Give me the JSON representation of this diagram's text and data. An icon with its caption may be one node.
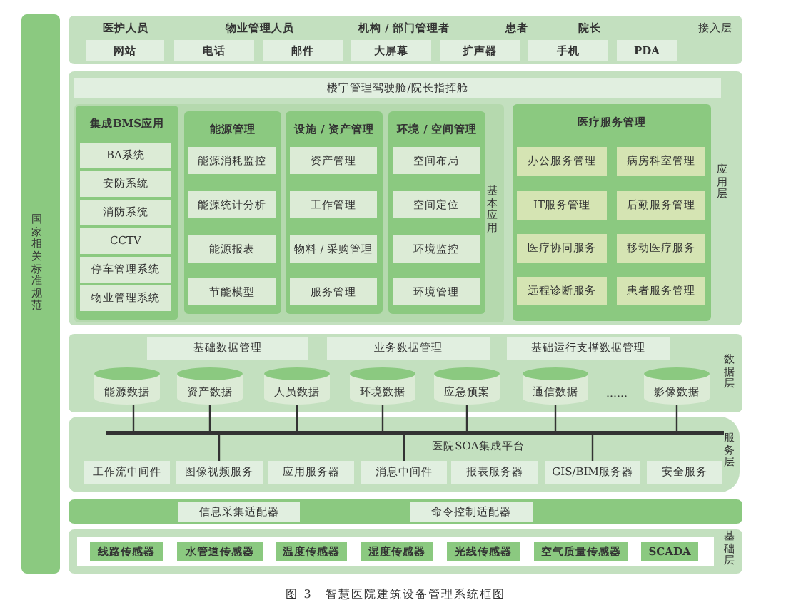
{
  "diagram": {
    "caption": "图 3　智慧医院建筑设备管理系统框图",
    "nodes": [
      {
        "text": [
          "国家相关标准规范"
        ]
      },
      {
        "text": [
          "接入层"
        ]
      },
      {
        "text": [
          "网站"
        ],
        "in": 1
      },
      {
        "text": [
          "电话"
        ],
        "in": 1
      },
      {
        "text": [
          "邮件"
        ],
        "in": 1
      },
      {
        "text": [
          "大屏幕"
        ],
        "in": 1
      },
      {
        "text": [
          "扩声器"
        ],
        "in": 1
      },
      {
        "text": [
          "手机"
        ],
        "in": 1
      },
      {
        "text": [
          "PDA"
        ],
        "in": 1
      },
      {
        "text": [
          "应用层"
        ]
      },
      {
        "text": [
          "楼宇管理驾驶舱/院长指挥舱"
        ],
        "in": 9
      },
      {
        "text": [
          "基本应用"
        ],
        "in": 9
      },
      {
        "text": [
          "集成BMS应用"
        ],
        "in": 11
      },
      {
        "text": [
          "BA系统"
        ],
        "in": 12
      },
      {
        "text": [
          "安防系统"
        ],
        "in": 12
      },
      {
        "text": [
          "消防系统"
        ],
        "in": 12
      },
      {
        "text": [
          "CCTV"
        ],
        "in": 12
      },
      {
        "text": [
          "停车管理系统"
        ],
        "in": 12
      },
      {
        "text": [
          "物业管理系统"
        ],
        "in": 12
      },
      {
        "text": [
          "能源管理"
        ],
        "in": 11
      },
      {
        "text": [
          "能源消耗监控"
        ],
        "in": 19
      },
      {
        "text": [
          "能源统计分析"
        ],
        "in": 19
      },
      {
        "text": [
          "能源报表"
        ],
        "in": 19
      },
      {
        "text": [
          "节能模型"
        ],
        "in": 19
      },
      {
        "text": [
          "设施 / 资产管理"
        ],
        "in": 11
      },
      {
        "text": [
          "资产管理"
        ],
        "in": 24
      },
      {
        "text": [
          "工作管理"
        ],
        "in": 24
      },
      {
        "text": [
          "物料 / 采购管理"
        ],
        "in": 24
      },
      {
        "text": [
          "服务管理"
        ],
        "in": 24
      },
      {
        "text": [
          "环境 / 空间管理"
        ],
        "in": 11
      },
      {
        "text": [
          "空间布局"
        ],
        "in": 29
      },
      {
        "text": [
          "空间定位"
        ],
        "in": 29
      },
      {
        "text": [
          "环境监控"
        ],
        "in": 29
      },
      {
        "text": [
          "环境管理"
        ],
        "in": 29
      },
      {
        "text": [
          "医疗服务管理"
        ],
        "in": 9
      },
      {
        "text": [
          "办公服务管理"
        ],
        "in": 34
      },
      {
        "text": [
          "病房科室管理"
        ],
        "in": 34
      },
      {
        "text": [
          "IT服务管理"
        ],
        "in": 34
      },
      {
        "text": [
          "后勤服务管理"
        ],
        "in": 34
      },
      {
        "text": [
          "医疗协同服务"
        ],
        "in": 34
      },
      {
        "text": [
          "移动医疗服务"
        ],
        "in": 34
      },
      {
        "text": [
          "远程诊断服务"
        ],
        "in": 34
      },
      {
        "text": [
          "患者服务管理"
        ],
        "in": 34
      },
      {
        "text": [
          "数据层"
        ]
      },
      {
        "text": [
          "基础数据管理"
        ],
        "in": 43
      },
      {
        "text": [
          "业务数据管理"
        ],
        "in": 43
      },
      {
        "text": [
          "基础运行支撑数据管理"
        ],
        "in": 43
      },
      {
        "text": [
          "能源数据"
        ],
        "in": 43
      },
      {
        "text": [
          "资产数据"
        ],
        "in": 43
      },
      {
        "text": [
          "人员数据"
        ],
        "in": 43
      },
      {
        "text": [
          "环境数据"
        ],
        "in": 43
      },
      {
        "text": [
          "应急预案"
        ],
        "in": 43
      },
      {
        "text": [
          "通信数据"
        ],
        "in": 43
      },
      {
        "text": [
          "影像数据"
        ],
        "in": 43
      },
      {
        "text": [
          "服务层"
        ]
      },
      {
        "text": [],
        "shape": "bar",
        "beside": [
          "医院SOA集成平台"
        ],
        "in": 54
      },
      {
        "text": [
          "工作流中间件"
        ],
        "in": 54
      },
      {
        "text": [
          "图像视频服务"
        ],
        "in": 54
      },
      {
        "text": [
          "应用服务器"
        ],
        "in": 54
      },
      {
        "text": [
          "消息中间件"
        ],
        "in": 54
      },
      {
        "text": [
          "报表服务器"
        ],
        "in": 54
      },
      {
        "text": [
          "GIS/BIM服务器"
        ],
        "in": 54
      },
      {
        "text": [
          "安全服务"
        ],
        "in": 54
      },
      {
        "text": [],
        "shape": "bar"
      },
      {
        "text": [
          "信息采集适配器"
        ],
        "in": 63
      },
      {
        "text": [
          "命令控制适配器"
        ],
        "in": 63
      },
      {
        "text": [
          "基础层"
        ]
      },
      {
        "text": [
          "线路传感器"
        ],
        "in": 66
      },
      {
        "text": [
          "水管道传感器"
        ],
        "in": 66
      },
      {
        "text": [
          "温度传感器"
        ],
        "in": 66
      },
      {
        "text": [
          "湿度传感器"
        ],
        "in": 66
      },
      {
        "text": [
          "光线传感器"
        ],
        "in": 66
      },
      {
        "text": [
          "空气质量传感器"
        ],
        "in": 66
      },
      {
        "text": [
          "SCADA"
        ],
        "in": 66
      }
    ],
    "edges": [
      {
        "from": 47,
        "to": 55,
        "arrow": "none"
      },
      {
        "from": 48,
        "to": 55,
        "arrow": "none"
      },
      {
        "from": 49,
        "to": 55,
        "arrow": "none"
      },
      {
        "from": 50,
        "to": 55,
        "arrow": "none"
      },
      {
        "from": 51,
        "to": 55,
        "arrow": "none"
      },
      {
        "from": 52,
        "to": 55,
        "arrow": "none"
      },
      {
        "from": 53,
        "to": 55,
        "arrow": "none"
      },
      {
        "from": 55,
        "to": 57,
        "arrow": "none"
      },
      {
        "from": 55,
        "to": 59,
        "arrow": "none"
      },
      {
        "from": 55,
        "to": 61,
        "arrow": "none"
      }
    ],
    "labels": [
      "医护人员",
      "物业管理人员",
      "机构 / 部门管理者",
      "患者",
      "院长",
      "……"
    ]
  }
}
